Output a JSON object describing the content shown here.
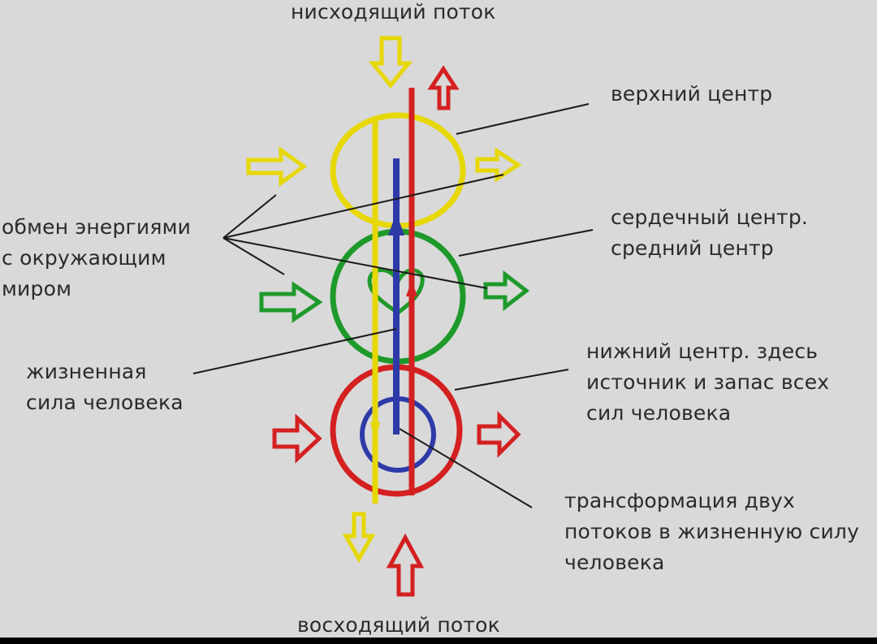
{
  "labels": {
    "descending_flow": "нисходящий поток",
    "ascending_flow": "восходящий поток",
    "upper_center": "верхний центр",
    "heart_center": [
      "сердечный центр.",
      "средний центр"
    ],
    "lower_center": [
      "нижний центр. здесь",
      "источник и запас всех",
      "сил человека"
    ],
    "energy_exchange": [
      "обмен энергиями",
      "с окружающим",
      "миром"
    ],
    "life_force": [
      "жизненная",
      "сила человека"
    ],
    "transformation": [
      "трансформация двух",
      "потоков в жизненную силу",
      "человека"
    ]
  },
  "colors": {
    "background": "#d9d9d9",
    "border": "#000000",
    "text": "#2a2a2a",
    "yellow": "#e6d800",
    "red": "#d42020",
    "green": "#1e9a2a",
    "blue": "#2e3aa8",
    "leader_line": "#1a1a1a"
  },
  "centers": [
    {
      "name": "upper",
      "color": "yellow"
    },
    {
      "name": "heart",
      "color": "green"
    },
    {
      "name": "lower",
      "color": "red"
    }
  ]
}
